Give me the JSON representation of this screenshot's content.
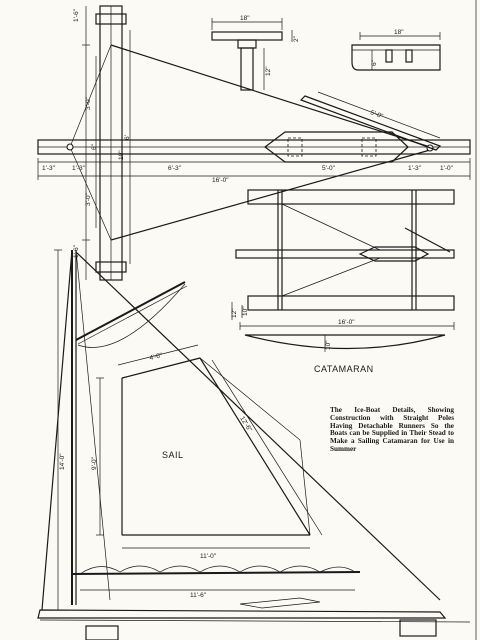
{
  "labels": {
    "catamaran": "CATAMARAN",
    "sail": "SAIL",
    "caption": "The Ice-Boat Details, Showing Construction with Straight Poles Having Detachable Runners So the Boats can be Supplied in Their Stead to Make a Sailing Catamaran for Use in Summer"
  },
  "dimensions": {
    "runner_plank_width": "18\"",
    "runner_plank_height": "2\"",
    "runner_plank_depth": "12\"",
    "runner_detail_width": "18\"",
    "runner_detail_height": "6\"",
    "boom_tip_length": "5'-0\"",
    "front_height_top": "1'-6\"",
    "front_height_upper": "3'-0\"",
    "front_height_total": "6'",
    "center_mark": "10\"",
    "front_height_lower": "3'-0\"",
    "front_height_bottom": "1'-6\"",
    "front_small": "6\"",
    "seg_a": "1'-3\"",
    "seg_b": "1'-3\"",
    "seg_c": "6'-3\"",
    "seg_d": "5'-0\"",
    "seg_e": "1'-3\"",
    "seg_f": "1'-0\"",
    "overall_length": "16'-0\"",
    "cat_height_a": "12\"",
    "cat_height_b": "10\"",
    "cat_length": "16'-0\"",
    "cat_hull_depth": "10\"",
    "sail_top": "4'-6\"",
    "sail_diag": "12'-6\"",
    "sail_height": "9'-0\"",
    "sail_base": "11'-0\"",
    "boom_length": "11'-6\"",
    "mast_height": "14'-0\""
  }
}
